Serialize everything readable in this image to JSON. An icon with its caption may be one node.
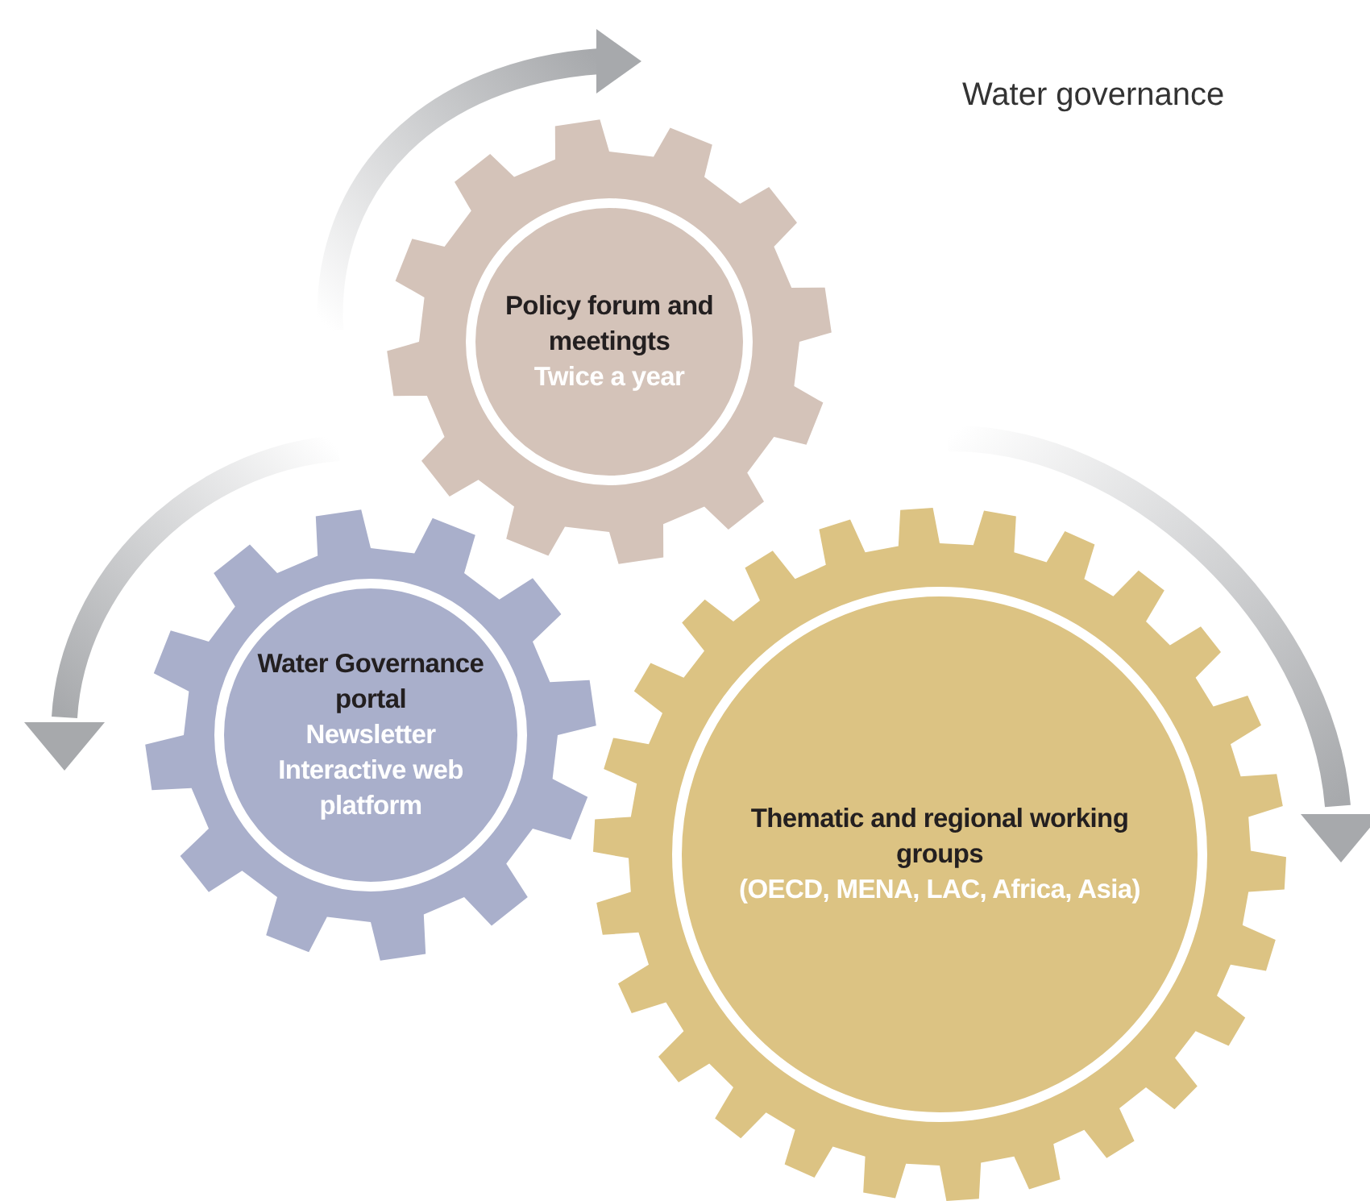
{
  "diagram": {
    "nodes": [
      {
        "text": [
          "Policy forum and meetingts",
          "Twice a year"
        ]
      },
      {
        "text": [
          "Water Governance portal",
          "Newsletter",
          "Interactive web platform"
        ]
      },
      {
        "text": [
          "Thematic and regional working groups",
          "(OECD, MENA, LAC, Africa, Asia)"
        ]
      }
    ],
    "labels": [
      "Water governance"
    ]
  }
}
